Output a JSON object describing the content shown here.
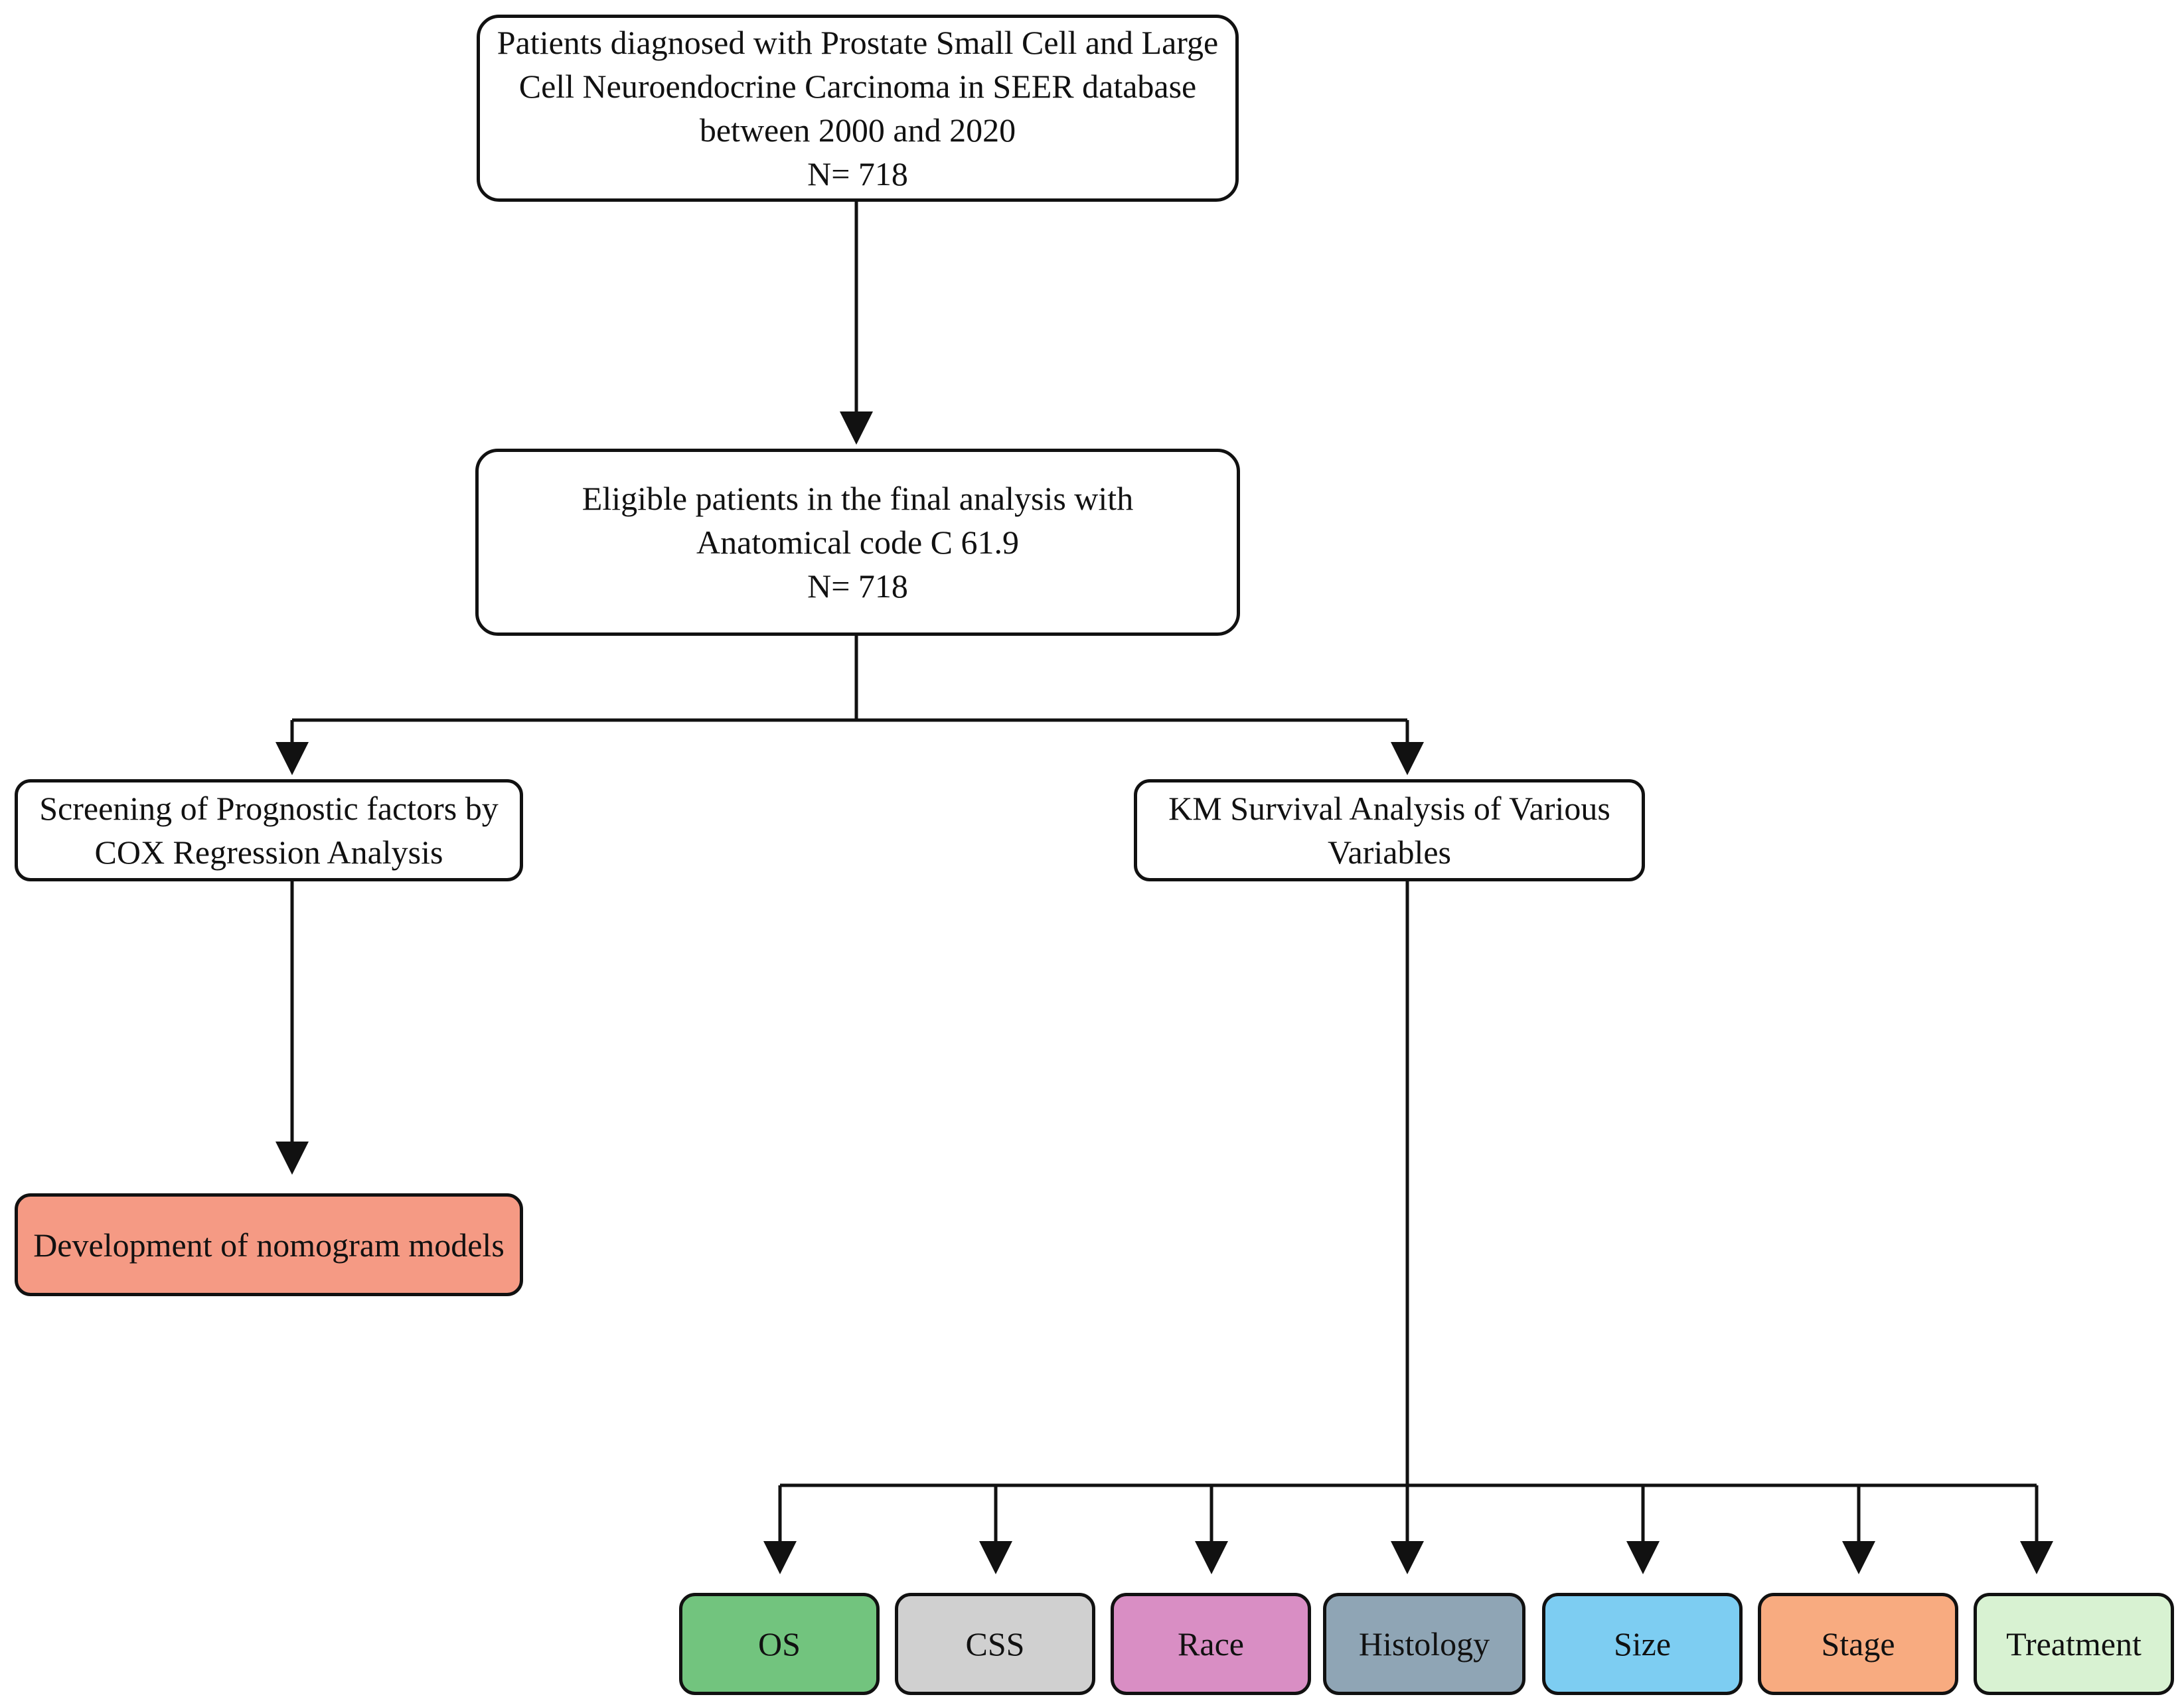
{
  "nodes": {
    "start": {
      "lines": [
        "Patients diagnosed with Prostate Small Cell and Large",
        "Cell Neuroendocrine Carcinoma in SEER database",
        "between 2000 and 2020",
        "N= 718"
      ]
    },
    "eligible": {
      "lines": [
        "Eligible patients in the  final analysis with",
        "Anatomical code C 61.9",
        "N= 718"
      ]
    },
    "cox": {
      "lines": [
        "Screening of  Prognostic factors by",
        "COX Regression Analysis"
      ]
    },
    "km": {
      "lines": [
        "KM Survival Analysis of Various",
        "Variables"
      ]
    },
    "nomogram": {
      "label": "Development of nomogram models",
      "color": "#f59a84"
    }
  },
  "variables": [
    {
      "label": "OS",
      "color": "#72c47e"
    },
    {
      "label": "CSS",
      "color": "#d0d0d0"
    },
    {
      "label": "Race",
      "color": "#d98ec4"
    },
    {
      "label": "Histology",
      "color": "#8fa5b5"
    },
    {
      "label": "Size",
      "color": "#7dcdf2"
    },
    {
      "label": "Stage",
      "color": "#f8ab80"
    },
    {
      "label": "Treatment",
      "color": "#d8f2d2"
    }
  ]
}
